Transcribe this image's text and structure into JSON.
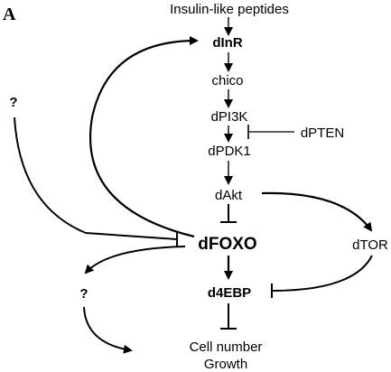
{
  "panel_label": "A",
  "nodes": {
    "insulin": "Insulin-like peptides",
    "dinr": "dInR",
    "chico": "chico",
    "dpi3k": "dPI3K",
    "dpten": "dPTEN",
    "dpdk1": "dPDK1",
    "dakt": "dAkt",
    "dfoxo": "dFOXO",
    "dtor": "dTOR",
    "d4ebp": "d4EBP",
    "q_top": "?",
    "q_mid": "?",
    "cell_number": "Cell number",
    "growth": "Growth"
  }
}
